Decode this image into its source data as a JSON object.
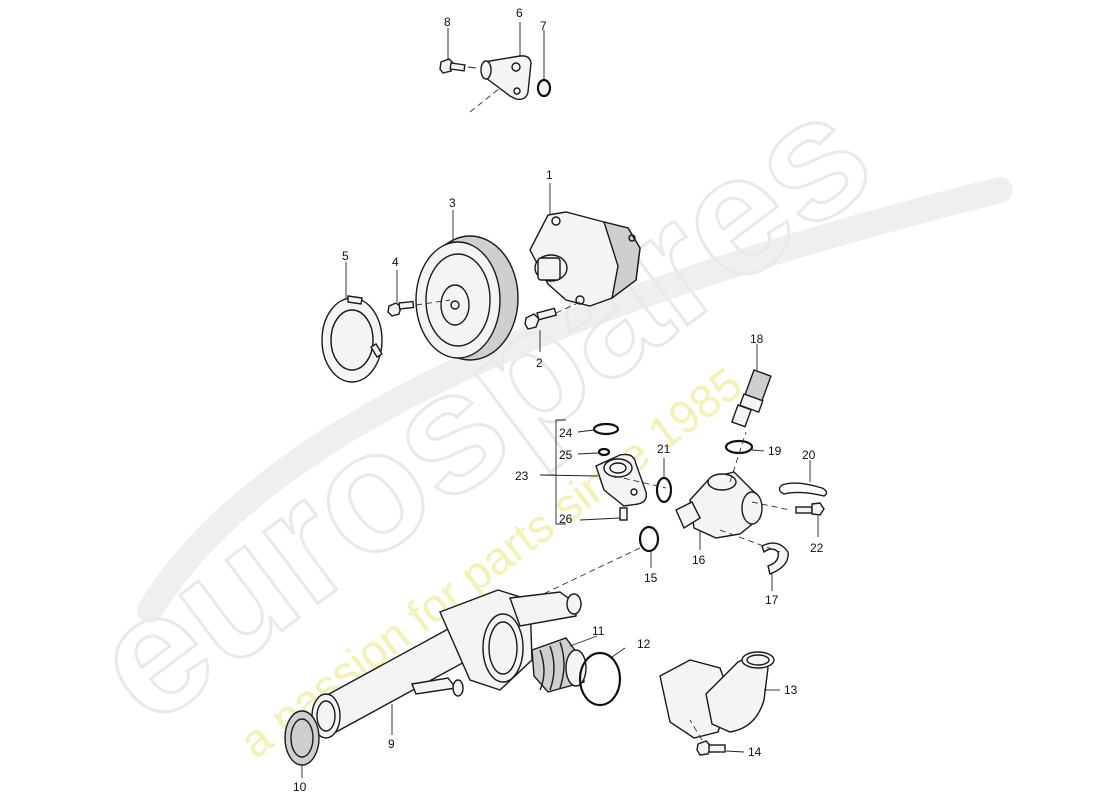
{
  "watermark": {
    "brand": "eurospares",
    "tagline": "a passion for parts since 1985"
  },
  "callouts": {
    "p1": "1",
    "p2": "2",
    "p3": "3",
    "p4": "4",
    "p5": "5",
    "p6": "6",
    "p7": "7",
    "p8": "8",
    "p9": "9",
    "p10": "10",
    "p11": "11",
    "p12": "12",
    "p13": "13",
    "p14": "14",
    "p15": "15",
    "p16": "16",
    "p17": "17",
    "p18": "18",
    "p19": "19",
    "p20": "20",
    "p21": "21",
    "p22": "22",
    "p23": "23",
    "p24": "24",
    "p25": "25",
    "p26": "26"
  }
}
